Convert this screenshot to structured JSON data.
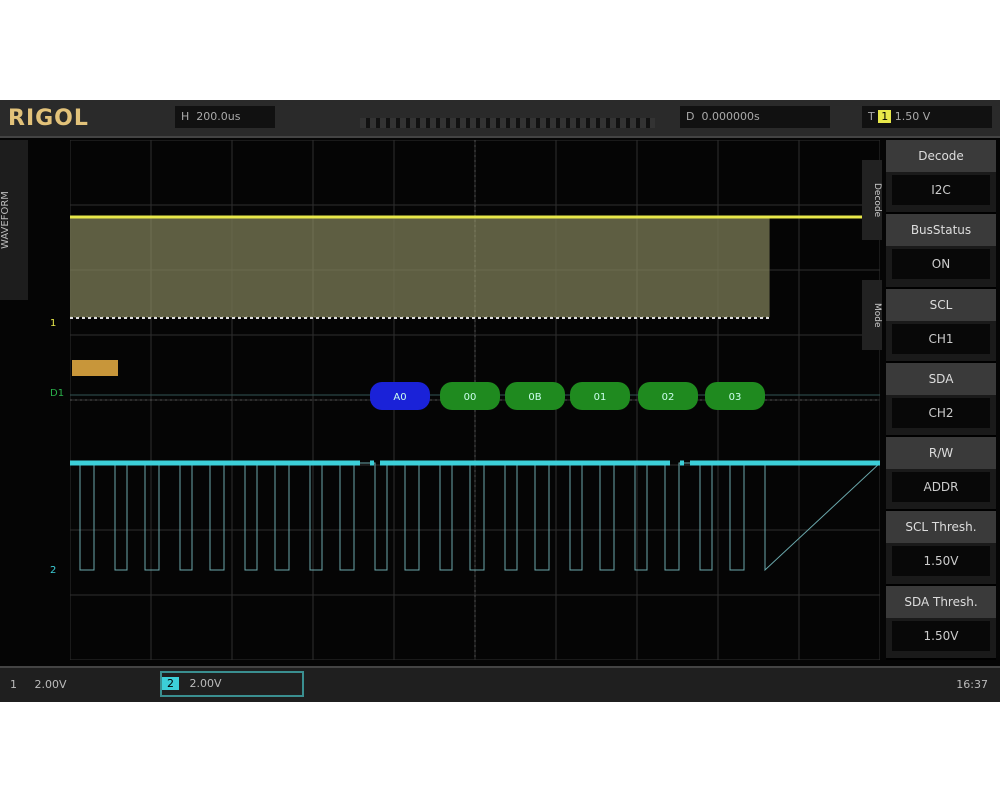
{
  "header": {
    "logo": "RIGOL",
    "timebase_label": "H",
    "timebase": "200.0us",
    "trigger_label": "T",
    "trigger_source": "1",
    "trigger_level": "1.50 V",
    "delay_label": "D",
    "delay": "0.000000s"
  },
  "side_tab": "WAVEFORM",
  "channel_labels": {
    "ch1": "1",
    "decode": "D1",
    "digital": "2"
  },
  "decode_packets": [
    {
      "text": "A0",
      "color": "#1a22d8"
    },
    {
      "text": "00",
      "color": "#1f8a1f"
    },
    {
      "text": "0B",
      "color": "#1f8a1f"
    },
    {
      "text": "01",
      "color": "#1f8a1f"
    },
    {
      "text": "02",
      "color": "#1f8a1f"
    },
    {
      "text": "03",
      "color": "#1f8a1f"
    }
  ],
  "menu": {
    "items": [
      {
        "title": "Decode",
        "value": "I2C"
      },
      {
        "title": "BusStatus",
        "value": "ON"
      },
      {
        "title": "SCL",
        "value": "CH1"
      },
      {
        "title": "SDA",
        "value": "CH2"
      },
      {
        "title": "R/W",
        "value": "ADDR"
      },
      {
        "title": "SCL Thresh.",
        "value": "1.50V"
      },
      {
        "title": "SDA Thresh.",
        "value": "1.50V"
      }
    ]
  },
  "side_tags": [
    "Decode",
    "Mode"
  ],
  "footer": {
    "ch1_label": "1",
    "ch1_scale": "2.00V",
    "ch2_label": "2",
    "ch2_scale": "2.00V",
    "time": "16:37"
  },
  "colors": {
    "ch1": "#e8e84a",
    "ch2": "#3ccfd8",
    "decode_label": "#c8963a"
  }
}
